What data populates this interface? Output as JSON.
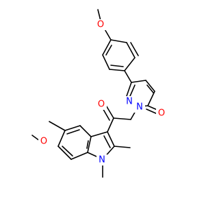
{
  "colors": {
    "bond": "#000000",
    "carbon": "#000000",
    "oxygen": "#ff0000",
    "nitrogen": "#0000ff",
    "background": "#ffffff"
  },
  "atoms": {
    "ome_top_o": "O",
    "ring_n2": "N",
    "ring_n1": "N",
    "pyridazinone_o": "O",
    "ketone_o": "O",
    "indole_ome_o": "O",
    "indole_n": "N"
  }
}
